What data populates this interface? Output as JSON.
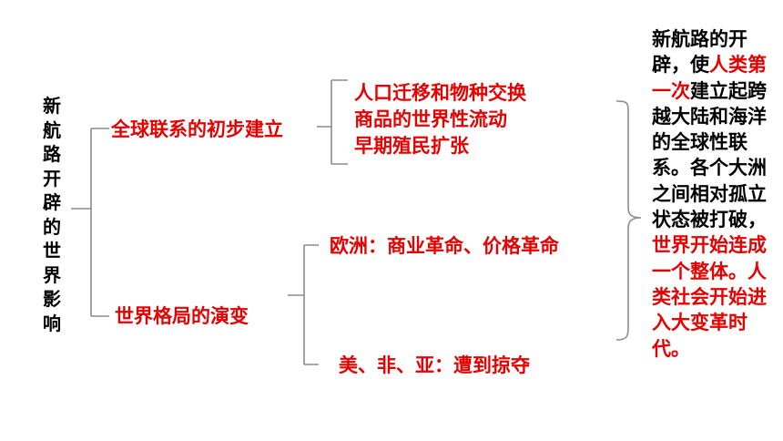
{
  "root": {
    "label": "新航路开辟的世界影响"
  },
  "branches": [
    {
      "label": "全球联系的初步建立",
      "items": [
        "人口迁移和物种交换",
        "商品的世界性流动",
        "早期殖民扩张"
      ]
    },
    {
      "label": "世界格局的演变",
      "items": [
        "欧洲：商业革命、价格革命",
        "美、非、亚：遭到掠夺"
      ]
    }
  ],
  "summary": {
    "segments": [
      {
        "text": "新航路的开辟，使",
        "color": "#000000"
      },
      {
        "text": "人类第一次",
        "color": "#e60000"
      },
      {
        "text": "建立起跨越大陆和海洋的全球性联系。各个大洲之间相对孤立状态被打破，",
        "color": "#000000"
      },
      {
        "text": "世界开始连成一个整体。人类社会开始进入大变革时代。",
        "color": "#e60000"
      }
    ]
  },
  "colors": {
    "accent": "#e60000",
    "text": "#000000",
    "line": "#8c8c8c"
  }
}
